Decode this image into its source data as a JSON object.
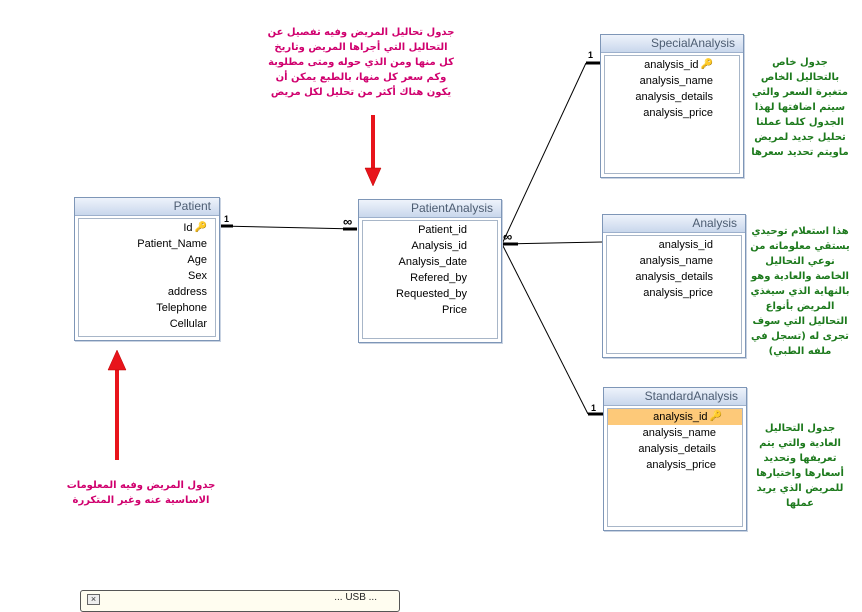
{
  "tables": {
    "patient": {
      "title": "Patient",
      "fields": [
        "Id",
        "Patient_Name",
        "Age",
        "Sex",
        "address",
        "Telephone",
        "Cellular"
      ]
    },
    "patient_analysis": {
      "title": "PatientAnalysis",
      "fields": [
        "Patient_id",
        "Analysis_id",
        "Analysis_date",
        "Refered_by",
        "Requested_by",
        "Price"
      ]
    },
    "special_analysis": {
      "title": "SpecialAnalysis",
      "fields": [
        "analysis_id",
        "analysis_name",
        "analysis_details",
        "analysis_price"
      ]
    },
    "analysis": {
      "title": "Analysis",
      "fields": [
        "analysis_id",
        "analysis_name",
        "analysis_details",
        "analysis_price"
      ]
    },
    "standard_analysis": {
      "title": "StandardAnalysis",
      "fields": [
        "analysis_id",
        "analysis_name",
        "analysis_details",
        "analysis_price"
      ]
    }
  },
  "relations": {
    "one": "1",
    "many": "∞"
  },
  "notes": {
    "patient_analysis": "جدول تحاليل المريض وفيه تفصيل عن التحاليل التي أجراها المريض وتاريخ كل منها ومن الذي حوله ومتى مطلوبة وكم سعر كل منها، بالطبع يمكن أن يكون هناك أكثر من تحليل لكل مريض",
    "patient": "جدول المريض وفيه المعلومات الاساسية عنه وغير المتكررة",
    "special_analysis": "جدول خاص بالتحاليل الخاص متغيرة السعر والتي سيتم اضافتها لهذا الجدول كلما عملنا تحليل جديد لمريض ماويتم تحديد سعرها",
    "analysis": "هذا استعلام توحيدي يستقي معلوماته من نوعي التحاليل الخاصة والعادية وهو بالنهاية الذي سيغذي المريض بأنواع التحاليل التي سوف تجرى له (تسجل في ملفه الطبي)",
    "standard_analysis": "جدول التحاليل العادية والتي يتم تعريفها وتحديد أسعارها واختيارها للمريض الذي يريد عملها"
  },
  "popup": {
    "close": "×",
    "text": "... USB ..."
  },
  "colors": {
    "pink_note": "#d0006e",
    "green_note": "#1d7a1d",
    "arrow": "#e8141b",
    "selected_field": "#fdc979",
    "table_border": "#7e96b7"
  }
}
